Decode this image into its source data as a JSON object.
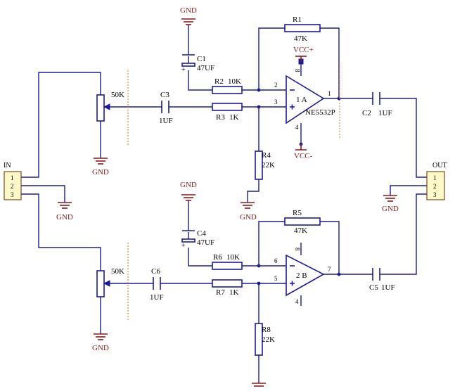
{
  "connectors": {
    "in": {
      "label": "IN",
      "pins": [
        "1",
        "2",
        "3"
      ]
    },
    "out": {
      "label": "OUT",
      "pins": [
        "1",
        "2",
        "3"
      ]
    }
  },
  "ground_label": "GND",
  "power": {
    "vcc_pos": "VCC+",
    "vcc_neg": "VCC-"
  },
  "pots": {
    "top": "50K",
    "bottom": "50K"
  },
  "opamp": {
    "part": "NE5532P",
    "unit_a": "1 A",
    "unit_b": "2 B",
    "pins": {
      "a_inv": "2",
      "a_noninv": "3",
      "a_out": "1",
      "vplus": "8",
      "vminus": "4",
      "b_inv": "6",
      "b_noninv": "5",
      "b_out": "7",
      "b_vplus": "8",
      "b_vminus": "4"
    }
  },
  "components": {
    "r1": {
      "ref": "R1",
      "value": "47K"
    },
    "r2": {
      "ref": "R2",
      "value": "10K"
    },
    "r3": {
      "ref": "R3",
      "value": "1K"
    },
    "r4": {
      "ref": "R4",
      "value": "22K"
    },
    "r5": {
      "ref": "R5",
      "value": "47K"
    },
    "r6": {
      "ref": "R6",
      "value": "10K"
    },
    "r7": {
      "ref": "R7",
      "value": "1K"
    },
    "r8": {
      "ref": "R8",
      "value": "22K"
    },
    "c1": {
      "ref": "C1",
      "value": "47UF"
    },
    "c2": {
      "ref": "C2",
      "value": "1UF"
    },
    "c3": {
      "ref": "C3",
      "value": "1UF"
    },
    "c4": {
      "ref": "C4",
      "value": "47UF"
    },
    "c5": {
      "ref": "C5",
      "value": "1UF"
    },
    "c6": {
      "ref": "C6",
      "value": "1UF"
    }
  },
  "colors": {
    "wire": "#1b1b9a",
    "ground": "#8b1a1a",
    "connector_fill": "#fff8c8"
  }
}
